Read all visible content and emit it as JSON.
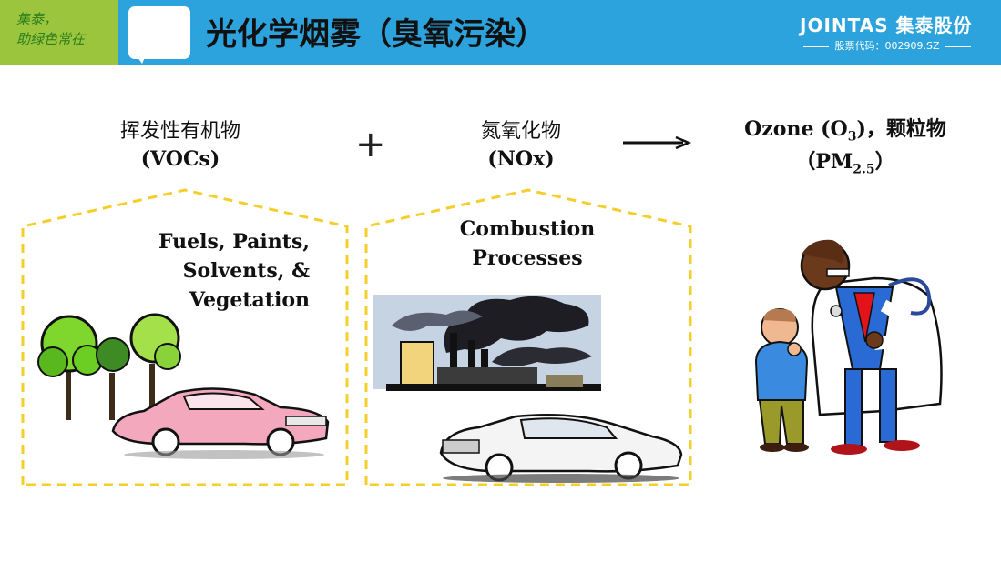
{
  "header": {
    "slogan": "集泰，\n助绿色常在",
    "title": "光化学烟雾（臭氧污染）",
    "brand": "JOINTAS 集泰股份",
    "stock_code": "股票代码：002909.SZ"
  },
  "labels": {
    "voc_cn": "挥发性有机物",
    "voc_en": "(VOCs)",
    "plus": "+",
    "nox_cn": "氮氧化物",
    "nox_en": "(NOx)",
    "result_line1_prefix": "Ozone (O",
    "result_line1_sub": "3",
    "result_line1_suffix": ")，颗粒物",
    "result_line2_prefix": "（PM",
    "result_line2_sub": "2.5",
    "result_line2_suffix": "）"
  },
  "boxes": {
    "voc_caption": [
      "Fuels, Paints,",
      "Solvents, &",
      "Vegetation"
    ],
    "nox_caption": [
      "Combustion",
      "Processes"
    ]
  },
  "colors": {
    "header_blue": "#2ca3dc",
    "header_green": "#9bc53d",
    "dash_yellow": "#f4cf2b"
  },
  "icons": [
    "trees-icon",
    "pink-car-icon",
    "factory-smoke-icon",
    "white-car-icon",
    "doctor-child-icon"
  ]
}
